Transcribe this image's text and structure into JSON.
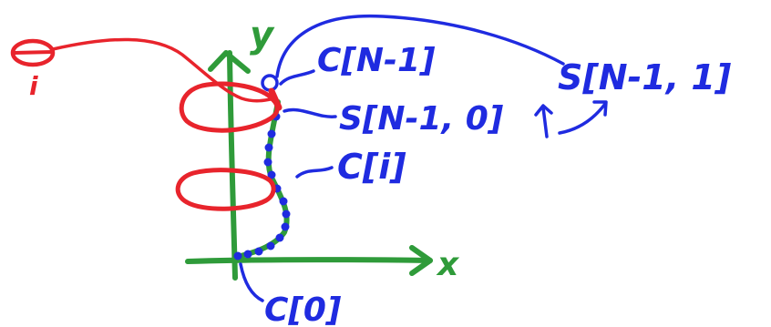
{
  "colors": {
    "background": "#ffffff",
    "red": "#e8242c",
    "blue": "#1f2be0",
    "green": "#2f9b3a"
  },
  "axes": {
    "y_label": "y",
    "x_label": "x"
  },
  "labels": {
    "theta_symbol": "θ",
    "theta_subscript": "i",
    "c_last": "C[N-1]",
    "s_last_1": "S[N-1, 1]",
    "s_last_0": "S[N-1, 0]",
    "c_i": "C[i]",
    "c_0": "C[0]"
  }
}
